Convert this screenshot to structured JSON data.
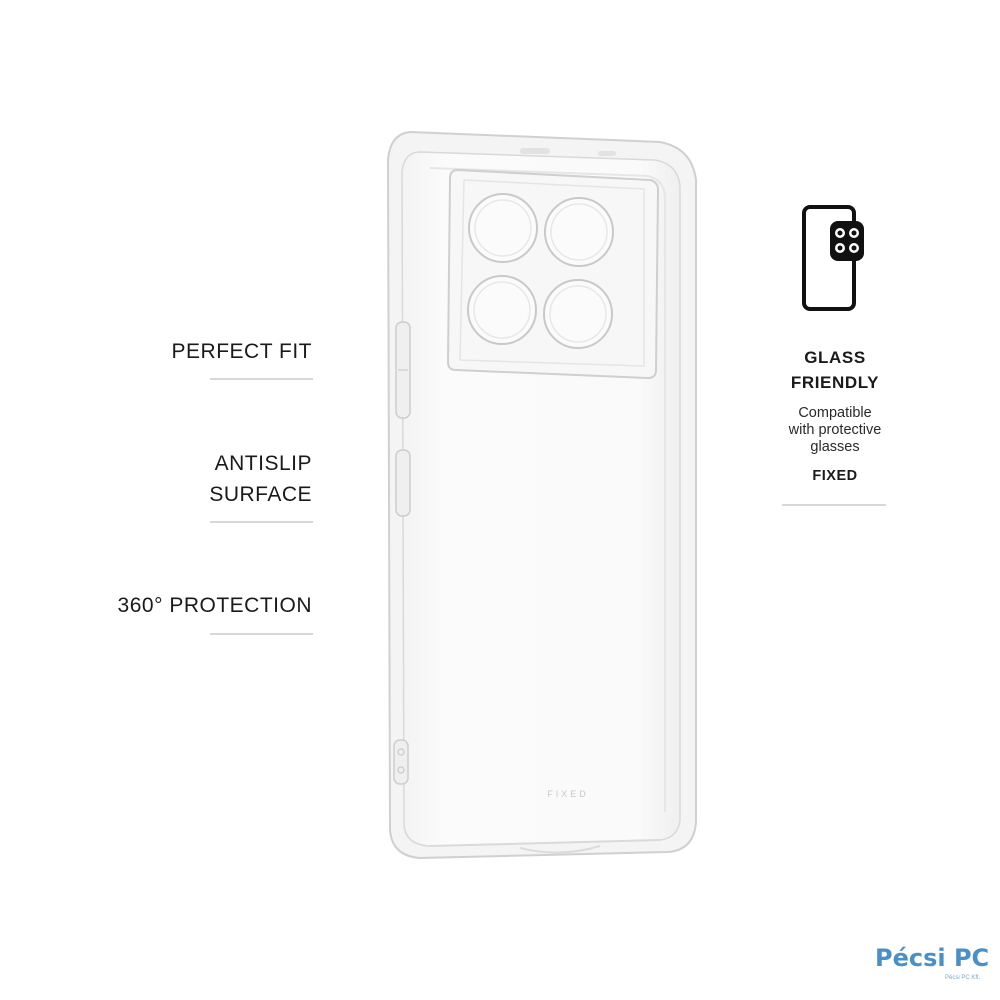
{
  "features": {
    "perfect_fit": [
      "PERFECT FIT"
    ],
    "antislip": [
      "ANTISLIP",
      "SURFACE"
    ],
    "protection": [
      "360° PROTECTION"
    ]
  },
  "glass": {
    "title": [
      "GLASS",
      "FRIENDLY"
    ],
    "description": [
      "Compatible",
      "with protective",
      "glasses"
    ],
    "brand": "FIXED"
  },
  "case_engraving": "FIXED",
  "logo": {
    "name": "Pécsi PC",
    "sub": "Pécsi PC Kft."
  },
  "colors": {
    "text": "#1a1a1a",
    "divider": "#d7d7d7",
    "icon_green": "#2f6b3a",
    "logo_blue": "#4a90c8"
  },
  "icons": [
    "phone-with-camera-glass-icon",
    "camera-lens-icon"
  ]
}
